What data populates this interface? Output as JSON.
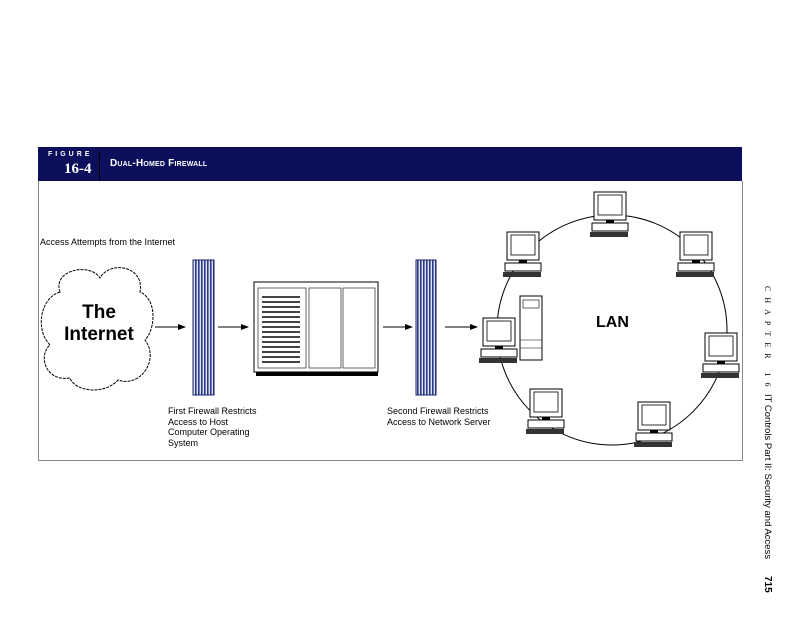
{
  "figure": {
    "label": "FIGURE",
    "number": "16-4",
    "title": "Dual-Homed Firewall"
  },
  "diagram": {
    "access_label": "Access Attempts from the Internet",
    "cloud_line1": "The",
    "cloud_line2": "Internet",
    "first_firewall": [
      "First Firewall Restricts",
      "Access to Host",
      "Computer Operating",
      "System"
    ],
    "second_firewall": [
      "Second Firewall Restricts",
      "Access to Network Server"
    ],
    "lan_label": "LAN"
  },
  "side": {
    "chapter": "CHAPTER 16",
    "section": "IT Controls Part II: Security and Access",
    "page": "715"
  },
  "colors": {
    "header": "#0b0f5c",
    "firewall": "#3a4a9a"
  }
}
